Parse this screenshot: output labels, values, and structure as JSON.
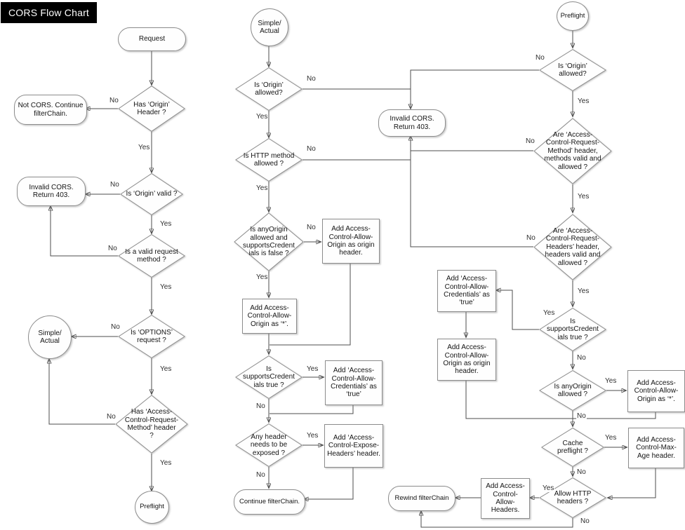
{
  "title": "CORS Flow Chart",
  "labels": {
    "yes": "Yes",
    "no": "No"
  },
  "nodes": {
    "request": "Request",
    "not_cors": "Not CORS. Continue\nfilterChain.",
    "has_origin": "Has ‘Origin’\nHeader ?",
    "invalid_left": "Invalid CORS.\nReturn 403.",
    "origin_valid": "Is ‘Origin’ valid ?",
    "valid_method": "Is a valid request\nmethod ?",
    "simple_left": "Simple/\nActual",
    "options_req": "Is ‘OPTIONS’\nrequest ?",
    "has_acrm": "Has ‘Access-\nControl-Request-\nMethod’ header\n?",
    "preflight_left": "Preflight",
    "simple_mid": "Simple/\nActual",
    "m_origin": "Is ‘Origin’\nallowed?",
    "invalid_mid": "Invalid CORS.\nReturn 403.",
    "m_method": "Is HTTP method\nallowed ?",
    "m_anyorigin": "Is anyOrigin\nallowed and\nsupportsCredent\nials is false ?",
    "m_origin_hdr": "Add Access-\nControl-Allow-\nOrigin as origin\nheader.",
    "m_star": "Add Access-\nControl-Allow-\nOrigin as ‘*’.",
    "m_credentials": "Is\nsupportsCredent\nials true ?",
    "m_cred_hdr": "Add ‘Access-\nControl-Allow-\nCredentials’ as\n‘true’",
    "m_expose": "Any header\nneeds to be\nexposed ?",
    "m_expose_hdr": "Add ‘Access-\nControl-Expose-\nHeaders’ header.",
    "continue_chain": "Continue filterChain.",
    "preflight_right": "Preflight",
    "r_origin": "Is ‘Origin’\nallowed?",
    "r_acrm": "Are ‘Access-\nControl-Request-\nMethod’ header,\nmethods  valid and\nallowed ?",
    "r_acrh": "Are ‘Access-\nControl-Request-\nHeaders’ header,\nheaders valid and\nallowed ?",
    "r_cred_hdr": "Add ‘Access-\nControl-Allow-\nCredentials’ as\n‘true’",
    "r_credentials": "Is\nsupportsCredent\nials true ?",
    "r_origin_hdr": "Add Access-\nControl-Allow-\nOrigin as origin\nheader.",
    "r_anyorigin": "Is anyOrigin\nallowed ?",
    "r_star": "Add Access-\nControl-Allow-\nOrigin as ‘*’.",
    "r_cache": "Cache\npreflight ?",
    "r_maxage": "Add Access-\nControl-Max-\nAge header.",
    "r_allowhdrs_q": "Allow HTTP\nheaders ?",
    "r_allowhdrs": "Add Access-\nControl-\nAllow-\nHeaders.",
    "rewind": "Rewind filterChain"
  }
}
